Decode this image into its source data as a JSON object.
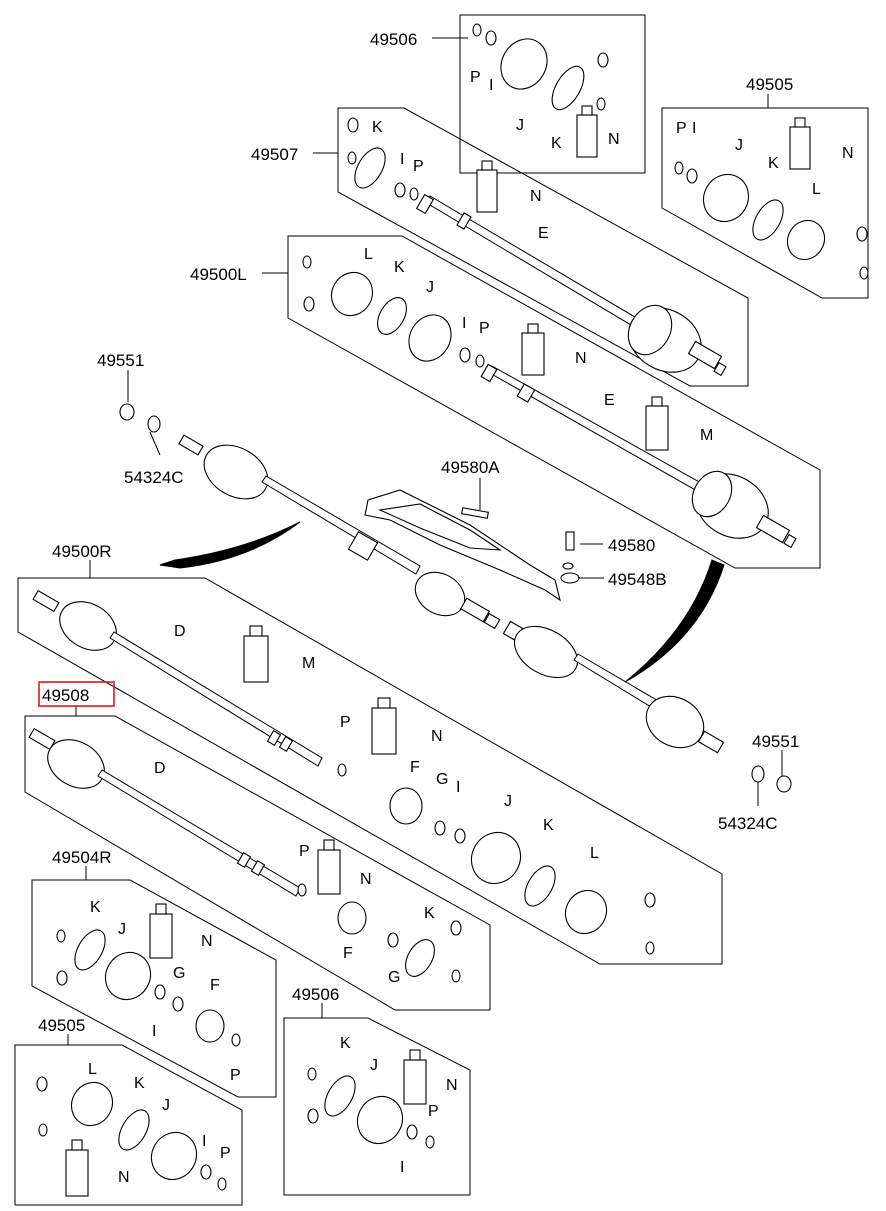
{
  "callouts": {
    "c49506_top": "49506",
    "c49505_top": "49505",
    "c49507": "49507",
    "c49500L": "49500L",
    "c49551_top": "49551",
    "c54324C_top": "54324C",
    "c49580A": "49580A",
    "c49580": "49580",
    "c49548B": "49548B",
    "c49500R": "49500R",
    "c49508": "49508",
    "c49551_bot": "49551",
    "c54324C_bot": "54324C",
    "c49504R": "49504R",
    "c49506_bot": "49506",
    "c49505_bot": "49505"
  },
  "letters": {
    "P": "P",
    "I": "I",
    "J": "J",
    "K": "K",
    "N": "N",
    "L": "L",
    "E": "E",
    "M": "M",
    "D": "D",
    "F": "F",
    "G": "G"
  },
  "highlight": {
    "part_no": "49508",
    "color": "#e0191e"
  },
  "colors": {
    "line": "#000000",
    "background": "#ffffff"
  }
}
